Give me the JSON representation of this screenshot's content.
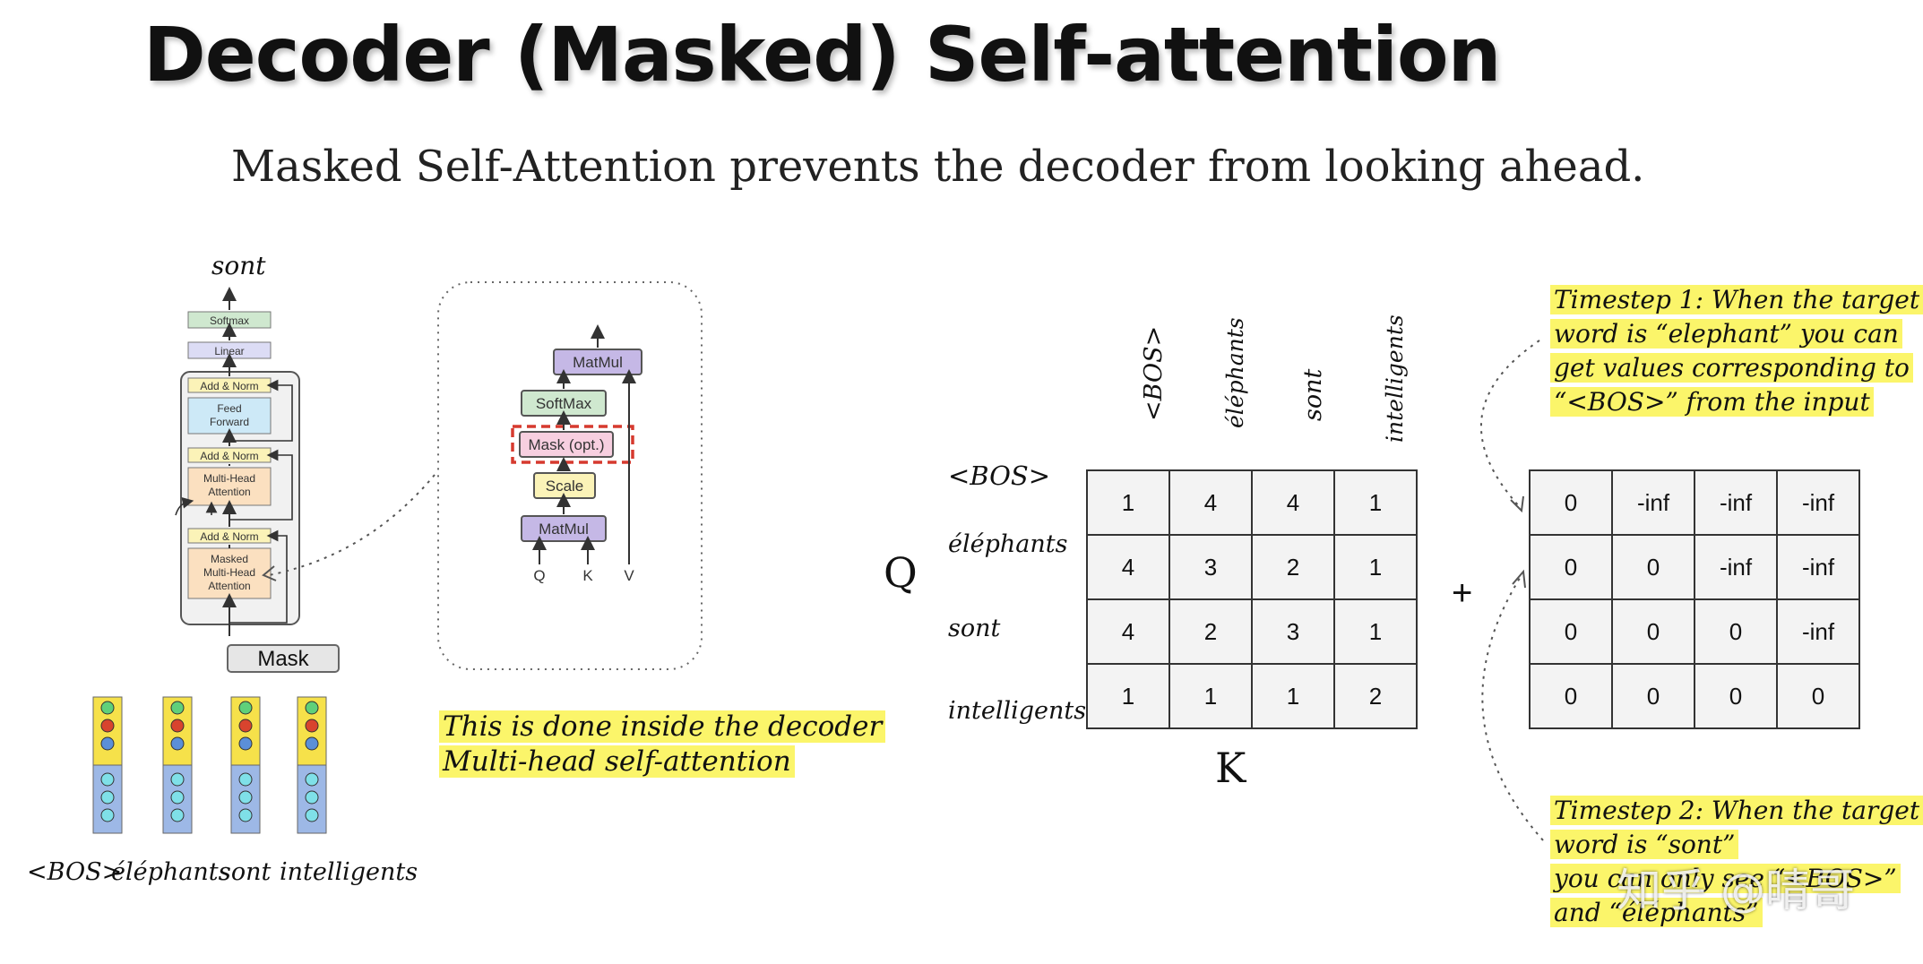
{
  "title": "Decoder  (Masked) Self-attention",
  "subtitle": "Masked Self-Attention prevents the decoder from looking ahead.",
  "left_diagram": {
    "output_word": "sont",
    "blocks": {
      "softmax": "Softmax",
      "linear": "Linear",
      "add_norm": "Add & Norm",
      "feed_forward_1": "Feed",
      "feed_forward_2": "Forward",
      "mha_1": "Multi-Head",
      "mha_2": "Attention",
      "masked_1": "Masked",
      "masked_2": "Multi-Head",
      "masked_3": "Attention"
    },
    "mask_label": "Mask",
    "input_tokens": [
      "<BOS>",
      "éléphants",
      "sont",
      "intelligents"
    ]
  },
  "attention_detail": {
    "matmul_top": "MatMul",
    "softmax": "SoftMax",
    "mask": "Mask (opt.)",
    "scale": "Scale",
    "matmul_bottom": "MatMul",
    "inputs": [
      "Q",
      "K",
      "V"
    ]
  },
  "note_left": [
    "This is done inside the decoder",
    "Multi-head self-attention"
  ],
  "score_matrix": {
    "q_label": "Q",
    "k_label": "K",
    "row_labels": [
      "<BOS>",
      "éléphants",
      "sont",
      "intelligents"
    ],
    "col_labels": [
      "<BOS>",
      "éléphants",
      "sont",
      "intelligents"
    ],
    "rows": [
      [
        "1",
        "4",
        "4",
        "1"
      ],
      [
        "4",
        "3",
        "2",
        "1"
      ],
      [
        "4",
        "2",
        "3",
        "1"
      ],
      [
        "1",
        "1",
        "1",
        "2"
      ]
    ]
  },
  "plus_sign": "+",
  "mask_matrix": {
    "rows": [
      [
        "0",
        "-inf",
        "-inf",
        "-inf"
      ],
      [
        "0",
        "0",
        "-inf",
        "-inf"
      ],
      [
        "0",
        "0",
        "0",
        "-inf"
      ],
      [
        "0",
        "0",
        "0",
        "0"
      ]
    ]
  },
  "note_timestep1": [
    "Timestep 1: When the target",
    "word is “elephant” you can",
    "get values corresponding to",
    "“<BOS>” from the input"
  ],
  "note_timestep2": [
    "Timestep 2: When the target",
    "word is “sont”",
    "you can only see “<BOS>”",
    "and “éléphants”"
  ],
  "watermark": "知乎 @晴哥",
  "colors": {
    "highlight": "#fbf56a",
    "mask_box": "#d63a2f",
    "matmul": "#c5b8e6",
    "softmax": "#cfe8cf",
    "mask_fill": "#f7cfe0",
    "scale": "#fbf3b8",
    "feed_forward": "#cde9f7",
    "attention": "#fbe0c0",
    "token_top": "#f6e14a",
    "token_bottom": "#9db8e6"
  }
}
